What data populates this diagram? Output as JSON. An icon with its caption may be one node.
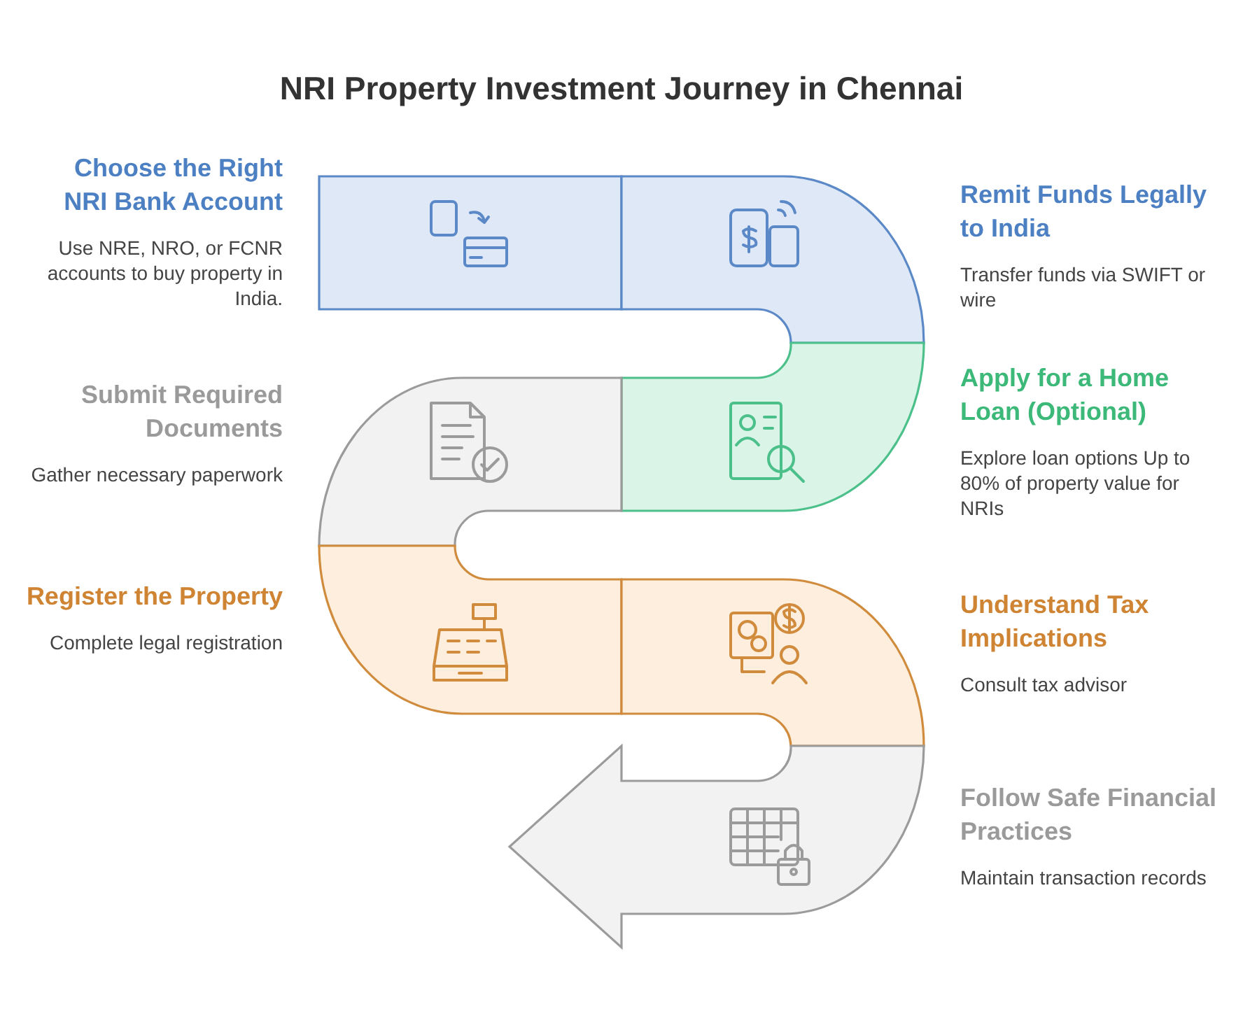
{
  "diagram": {
    "title": "NRI Property Investment Journey in Chennai",
    "nodes": [
      {
        "text": [
          "Choose the Right NRI Bank Account",
          "Use NRE, NRO, or FCNR accounts to buy property in India."
        ]
      },
      {
        "text": [
          "Remit Funds Legally to India",
          "Transfer funds via SWIFT or wire"
        ]
      },
      {
        "text": [
          "Apply for a Home Loan (Optional)",
          "Explore loan options Up to 80% of property value for NRIs"
        ]
      },
      {
        "text": [
          "Submit Required Documents",
          "Gather necessary paperwork"
        ]
      },
      {
        "text": [
          "Register the Property",
          "Complete legal registration"
        ]
      },
      {
        "text": [
          "Understand Tax Implications",
          "Consult tax advisor"
        ]
      },
      {
        "text": [
          "Follow Safe Financial Practices",
          "Maintain transaction records"
        ]
      }
    ]
  }
}
